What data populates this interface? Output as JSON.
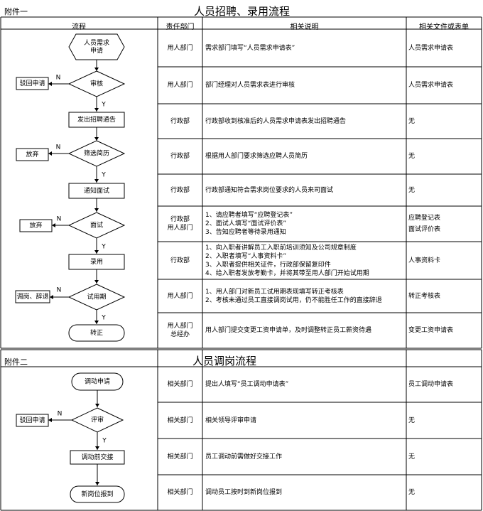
{
  "annex1": {
    "label": "附件一",
    "title": "人员招聘、录用流程",
    "headers": [
      "流程",
      "责任部门",
      "相关说明",
      "相关文件或表单"
    ],
    "nodes": [
      "人员需求\n申请",
      "审核",
      "发出招聘通告",
      "筛选简历",
      "通知面试",
      "面试",
      "录用",
      "试用期",
      "转正"
    ],
    "side_boxes": [
      "驳回申请",
      "放弃",
      "放弃",
      "调岗、辞退"
    ],
    "yes": "Y",
    "no": "N",
    "rows": [
      {
        "dept": "用人部门",
        "desc": [
          "需求部门填写“人员需求申请表”"
        ],
        "doc": [
          "人员需求申请表"
        ]
      },
      {
        "dept": "用人部门",
        "desc": [
          "部门经理对人员需求表进行审核"
        ],
        "doc": [
          "人员需求申请表"
        ]
      },
      {
        "dept": "行政部",
        "desc": [
          "行政部收到核准后的人员需求申请表发出招聘通告"
        ],
        "doc": [
          "无"
        ]
      },
      {
        "dept": "行政部",
        "desc": [
          "根据用人部门要求筛选应聘人员简历"
        ],
        "doc": [
          "无"
        ]
      },
      {
        "dept": "行政部",
        "desc": [
          "行政部通知符合需求岗位要求的人员来司面试"
        ],
        "doc": [
          "无"
        ]
      },
      {
        "dept": "行政部\n用人部门",
        "desc": [
          "1、请应聘者填写“应聘登记表”",
          "2、面试人填写“面试评价表”",
          "3、告知应聘者等待录用通知"
        ],
        "doc": [
          "应聘登记表",
          "面试评价表"
        ]
      },
      {
        "dept": "行政部",
        "desc": [
          "1、向入职者讲解员工入职前培训须知及公司规章制度",
          "2、入职者填写“人事资料卡”",
          "3、入职者提供相关证件，行政部保留复印件",
          "4、给入职者发放考勤卡，并将其带至用人部门开始试用期"
        ],
        "doc": [
          "人事资料卡"
        ]
      },
      {
        "dept": "用人部门",
        "desc": [
          "1、用人部门对新员工试用期表现填写转正考核表",
          "2、考核未通过员工直接调岗试用，仍不能胜任工作的直接辞退"
        ],
        "doc": [
          "转正考核表"
        ]
      },
      {
        "dept": "用人部门\n总经办",
        "desc": [
          "用人部门提交变更工资申请单，及时调整转正员工薪资待遇"
        ],
        "doc": [
          "变更工资申请表"
        ]
      }
    ]
  },
  "annex2": {
    "label": "附件二",
    "title": "人员调岗流程",
    "nodes": [
      "调动申请",
      "评审",
      "调动前交接",
      "新岗位报到"
    ],
    "side_boxes": [
      "驳回申请"
    ],
    "yes": "Y",
    "no": "N",
    "rows": [
      {
        "dept": "相关部门",
        "desc": [
          "提出人填写“员工调动申请表”"
        ],
        "doc": [
          "员工调动申请表"
        ]
      },
      {
        "dept": "相关部门",
        "desc": [
          "相关领导评审申请"
        ],
        "doc": [
          "无"
        ]
      },
      {
        "dept": "相关部门",
        "desc": [
          "员工调动前需做好交接工作"
        ],
        "doc": [
          "无"
        ]
      },
      {
        "dept": "相关部门",
        "desc": [
          "调动员工按时到新岗位报到"
        ],
        "doc": [
          "无"
        ]
      }
    ]
  }
}
